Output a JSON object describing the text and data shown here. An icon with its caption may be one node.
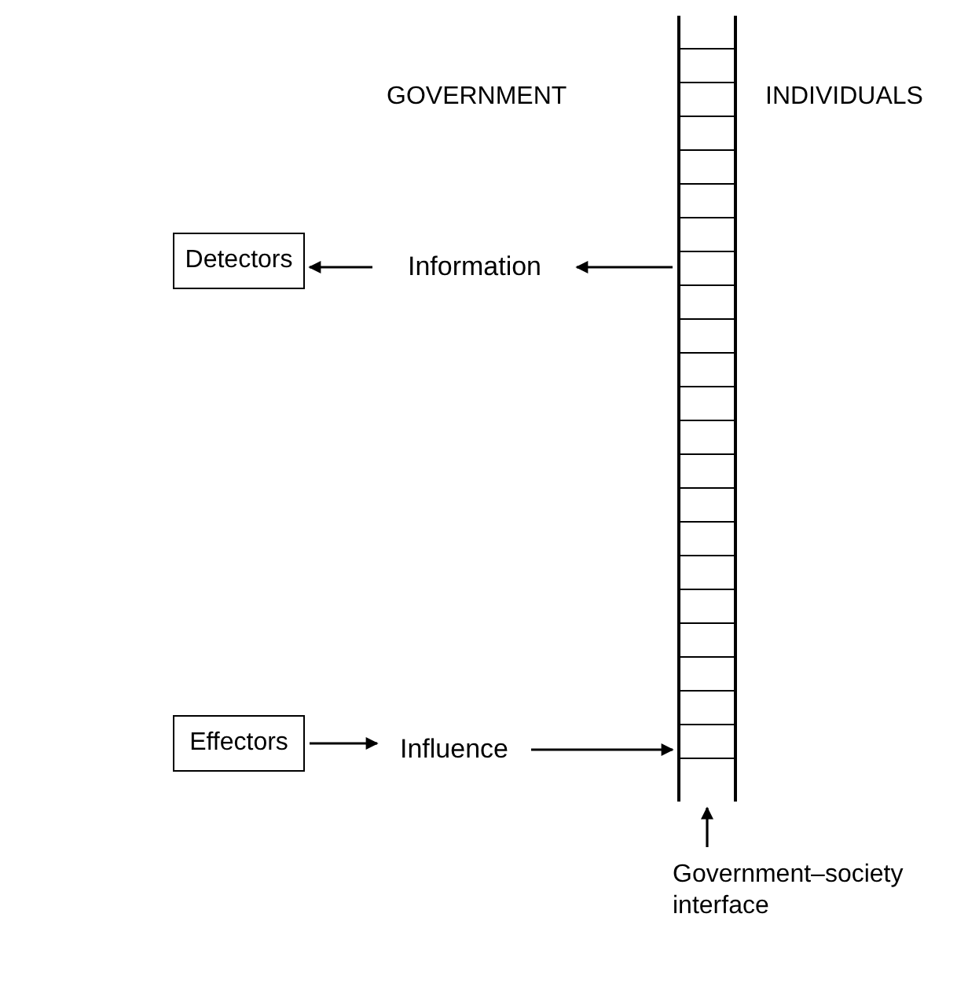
{
  "diagram": {
    "nodes": [
      {
        "text": [
          "Detectors"
        ]
      },
      {
        "text": [
          "Information"
        ]
      },
      {
        "text": [
          "Effectors"
        ]
      },
      {
        "text": [
          "Influence"
        ]
      },
      {
        "text": [],
        "shape": "ladder"
      },
      {
        "text": [
          "Government–society interface"
        ]
      }
    ],
    "edges": [
      {
        "from": 4,
        "to": 1,
        "arrow": "to"
      },
      {
        "from": 1,
        "to": 0,
        "arrow": "to"
      },
      {
        "from": 2,
        "to": 3,
        "arrow": "to"
      },
      {
        "from": 3,
        "to": 4,
        "arrow": "to"
      },
      {
        "from": 5,
        "to": 4,
        "arrow": "to"
      }
    ],
    "labels": [
      "GOVERNMENT",
      "INDIVIDUALS"
    ]
  }
}
